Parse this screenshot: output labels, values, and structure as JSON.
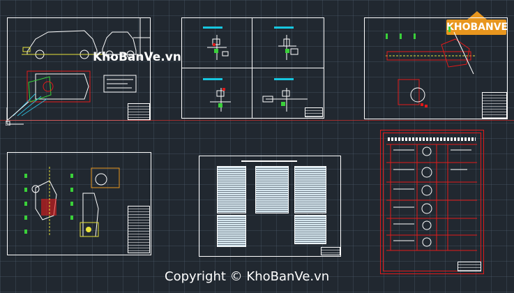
{
  "watermark": {
    "text": "KhoBanVe.vn"
  },
  "logo": {
    "text": "KHOBANVE"
  },
  "footer": {
    "copyright": "Copyright © KhoBanVe.vn"
  },
  "sheets": [
    "car-layout",
    "steering-schematics",
    "steering-assembly",
    "steering-mechanism",
    "calculation-tables",
    "process-table"
  ],
  "colors": {
    "background": "#212830",
    "line": "#ffffff",
    "accent_red": "#e21a1a",
    "accent_cyan": "#17c7e0",
    "accent_green": "#3ad03a",
    "logo_orange": "#e8961e"
  }
}
